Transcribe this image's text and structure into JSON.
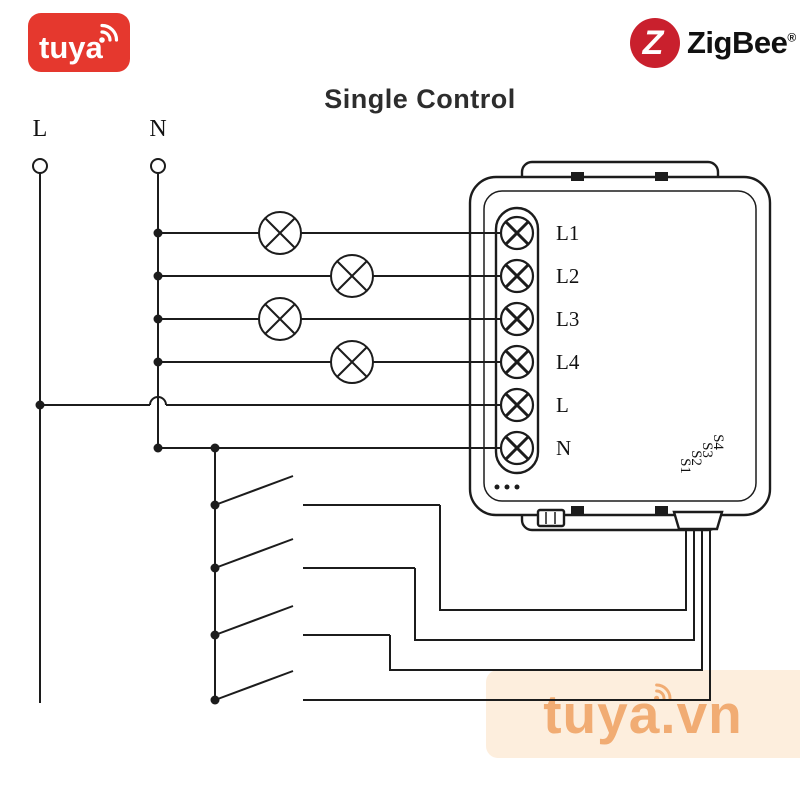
{
  "title": "Single Control",
  "logos": {
    "tuya_text": "tuya",
    "zigbee_z": "Z",
    "zigbee_text": "ZigBee",
    "zigbee_registered": "®"
  },
  "rails": {
    "live_label": "L",
    "neutral_label": "N"
  },
  "module": {
    "terminal_labels": [
      "L1",
      "L2",
      "L3",
      "L4",
      "L",
      "N"
    ],
    "switch_terminal_labels": [
      "S1",
      "S2",
      "S3",
      "S4"
    ]
  },
  "watermark_text": "tuya.vn",
  "counts": {
    "lamps": 4,
    "switches": 4
  },
  "colors": {
    "tuya_red": "#e5382e",
    "zigbee_red": "#c9202d",
    "line": "#1c1c1c",
    "watermark_text": "#f1a96e",
    "watermark_bg": "#fdeedd"
  }
}
